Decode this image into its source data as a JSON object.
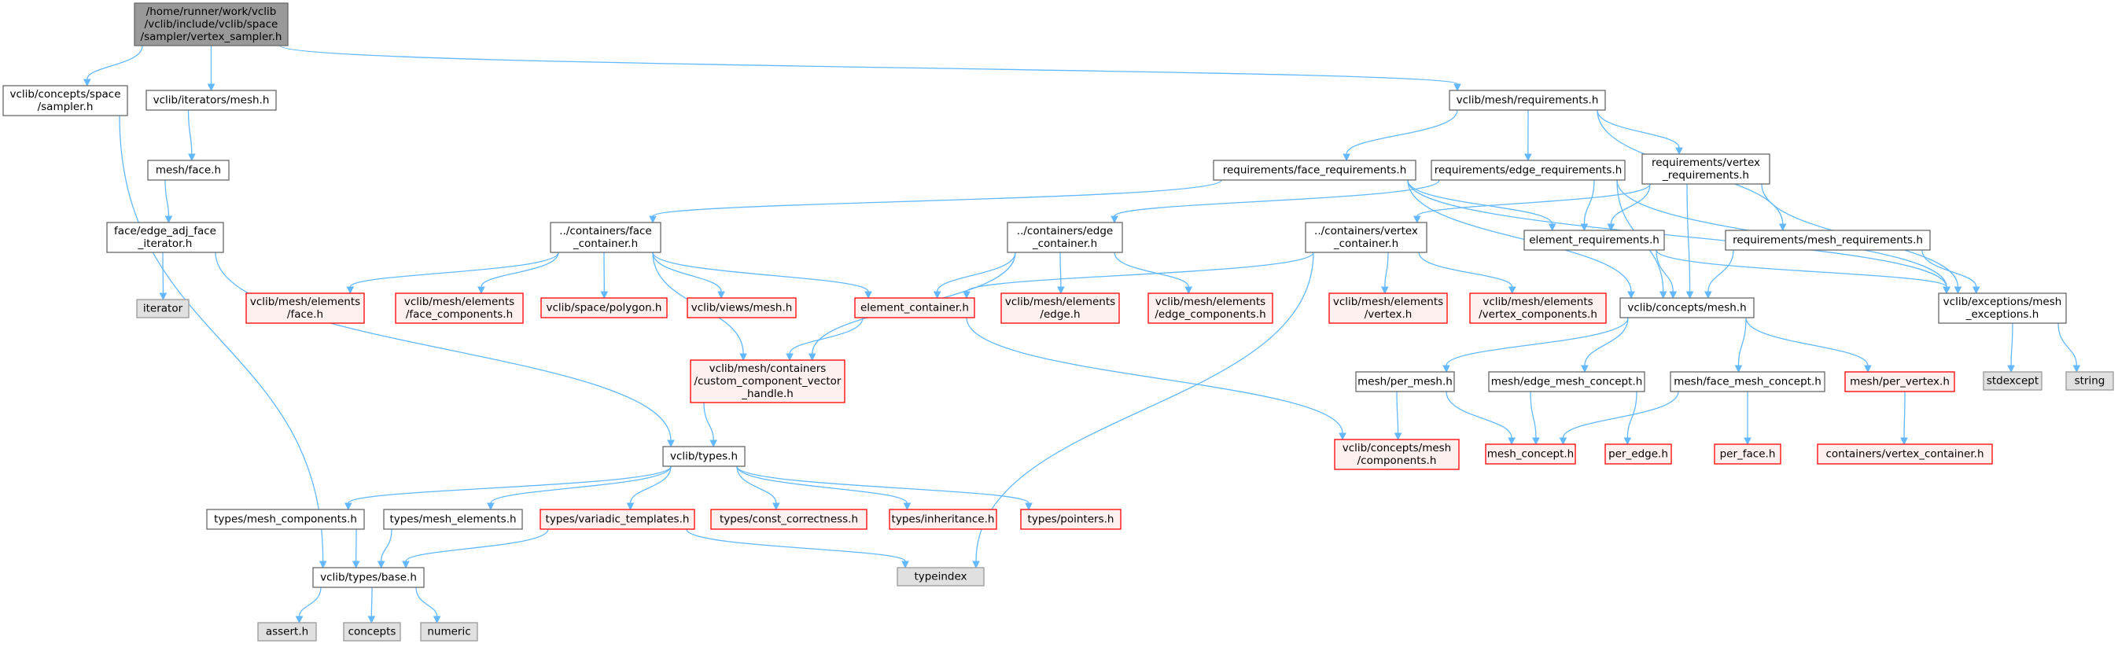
{
  "colors": {
    "edge": "#63b8ff",
    "root_fill": "#999999",
    "system_fill": "#e0e0e0",
    "system_border": "#999999",
    "truncated_fill": "#fff0f0",
    "truncated_border": "#ff0000",
    "plain_border": "#666666"
  },
  "nodes": {
    "root": {
      "lines": [
        "/home/runner/work/vclib",
        "/vclib/include/vclib/space",
        "/sampler/vertex_sampler.h"
      ],
      "kind": "root"
    },
    "concepts_space_sampler": {
      "lines": [
        "vclib/concepts/space",
        "/sampler.h"
      ],
      "kind": "plain"
    },
    "iterators_mesh": {
      "lines": [
        "vclib/iterators/mesh.h"
      ],
      "kind": "plain"
    },
    "mesh_requirements": {
      "lines": [
        "vclib/mesh/requirements.h"
      ],
      "kind": "plain"
    },
    "mesh_face": {
      "lines": [
        "mesh/face.h"
      ],
      "kind": "plain"
    },
    "face_edge_adj": {
      "lines": [
        "face/edge_adj_face",
        "_iterator.h"
      ],
      "kind": "plain"
    },
    "iterator": {
      "lines": [
        "iterator"
      ],
      "kind": "sys"
    },
    "face_requirements": {
      "lines": [
        "requirements/face_requirements.h"
      ],
      "kind": "plain"
    },
    "edge_requirements": {
      "lines": [
        "requirements/edge_requirements.h"
      ],
      "kind": "plain"
    },
    "vertex_requirements": {
      "lines": [
        "requirements/vertex",
        "_requirements.h"
      ],
      "kind": "plain"
    },
    "mesh_requirements_h": {
      "lines": [
        "requirements/mesh_requirements.h"
      ],
      "kind": "plain"
    },
    "containers_face": {
      "lines": [
        "../containers/face",
        "_container.h"
      ],
      "kind": "plain"
    },
    "containers_edge": {
      "lines": [
        "../containers/edge",
        "_container.h"
      ],
      "kind": "plain"
    },
    "containers_vertex": {
      "lines": [
        "../containers/vertex",
        "_container.h"
      ],
      "kind": "plain"
    },
    "element_requirements": {
      "lines": [
        "element_requirements.h"
      ],
      "kind": "plain"
    },
    "elements_face": {
      "lines": [
        "vclib/mesh/elements",
        "/face.h"
      ],
      "kind": "trunc"
    },
    "elements_face_components": {
      "lines": [
        "vclib/mesh/elements",
        "/face_components.h"
      ],
      "kind": "trunc"
    },
    "space_polygon": {
      "lines": [
        "vclib/space/polygon.h"
      ],
      "kind": "trunc"
    },
    "views_mesh": {
      "lines": [
        "vclib/views/mesh.h"
      ],
      "kind": "trunc"
    },
    "element_container": {
      "lines": [
        "element_container.h"
      ],
      "kind": "trunc"
    },
    "elements_edge": {
      "lines": [
        "vclib/mesh/elements",
        "/edge.h"
      ],
      "kind": "trunc"
    },
    "elements_edge_components": {
      "lines": [
        "vclib/mesh/elements",
        "/edge_components.h"
      ],
      "kind": "trunc"
    },
    "elements_vertex": {
      "lines": [
        "vclib/mesh/elements",
        "/vertex.h"
      ],
      "kind": "trunc"
    },
    "elements_vertex_components": {
      "lines": [
        "vclib/mesh/elements",
        "/vertex_components.h"
      ],
      "kind": "trunc"
    },
    "concepts_mesh": {
      "lines": [
        "vclib/concepts/mesh.h"
      ],
      "kind": "plain"
    },
    "exceptions_mesh": {
      "lines": [
        "vclib/exceptions/mesh",
        "_exceptions.h"
      ],
      "kind": "plain"
    },
    "custom_component": {
      "lines": [
        "vclib/mesh/containers",
        "/custom_component_vector",
        "_handle.h"
      ],
      "kind": "trunc"
    },
    "stdexcept": {
      "lines": [
        "stdexcept"
      ],
      "kind": "sys"
    },
    "string": {
      "lines": [
        "string"
      ],
      "kind": "sys"
    },
    "per_mesh": {
      "lines": [
        "mesh/per_mesh.h"
      ],
      "kind": "plain"
    },
    "edge_mesh_concept": {
      "lines": [
        "mesh/edge_mesh_concept.h"
      ],
      "kind": "plain"
    },
    "face_mesh_concept": {
      "lines": [
        "mesh/face_mesh_concept.h"
      ],
      "kind": "plain"
    },
    "per_vertex": {
      "lines": [
        "mesh/per_vertex.h"
      ],
      "kind": "trunc"
    },
    "types_h": {
      "lines": [
        "vclib/types.h"
      ],
      "kind": "plain"
    },
    "concepts_mesh_components": {
      "lines": [
        "vclib/concepts/mesh",
        "/components.h"
      ],
      "kind": "trunc"
    },
    "mesh_concept": {
      "lines": [
        "mesh_concept.h"
      ],
      "kind": "trunc"
    },
    "per_edge": {
      "lines": [
        "per_edge.h"
      ],
      "kind": "trunc"
    },
    "per_face": {
      "lines": [
        "per_face.h"
      ],
      "kind": "trunc"
    },
    "vertex_container": {
      "lines": [
        "containers/vertex_container.h"
      ],
      "kind": "trunc"
    },
    "types_mesh_components": {
      "lines": [
        "types/mesh_components.h"
      ],
      "kind": "plain"
    },
    "types_mesh_elements": {
      "lines": [
        "types/mesh_elements.h"
      ],
      "kind": "plain"
    },
    "types_variadic": {
      "lines": [
        "types/variadic_templates.h"
      ],
      "kind": "trunc"
    },
    "types_const": {
      "lines": [
        "types/const_correctness.h"
      ],
      "kind": "trunc"
    },
    "types_inheritance": {
      "lines": [
        "types/inheritance.h"
      ],
      "kind": "trunc"
    },
    "types_pointers": {
      "lines": [
        "types/pointers.h"
      ],
      "kind": "trunc"
    },
    "typeindex": {
      "lines": [
        "typeindex"
      ],
      "kind": "sys"
    },
    "types_base": {
      "lines": [
        "vclib/types/base.h"
      ],
      "kind": "plain"
    },
    "assert_h": {
      "lines": [
        "assert.h"
      ],
      "kind": "sys"
    },
    "concepts": {
      "lines": [
        "concepts"
      ],
      "kind": "sys"
    },
    "numeric": {
      "lines": [
        "numeric"
      ],
      "kind": "sys"
    }
  },
  "edges": [
    [
      "root",
      "concepts_space_sampler"
    ],
    [
      "root",
      "iterators_mesh"
    ],
    [
      "root",
      "mesh_requirements"
    ],
    [
      "concepts_space_sampler",
      "types_base"
    ],
    [
      "iterators_mesh",
      "mesh_face"
    ],
    [
      "mesh_face",
      "face_edge_adj"
    ],
    [
      "face_edge_adj",
      "iterator"
    ],
    [
      "face_edge_adj",
      "types_h"
    ],
    [
      "mesh_requirements",
      "face_requirements"
    ],
    [
      "mesh_requirements",
      "edge_requirements"
    ],
    [
      "mesh_requirements",
      "vertex_requirements"
    ],
    [
      "mesh_requirements",
      "mesh_requirements_h"
    ],
    [
      "face_requirements",
      "containers_face"
    ],
    [
      "face_requirements",
      "element_requirements"
    ],
    [
      "face_requirements",
      "concepts_mesh"
    ],
    [
      "face_requirements",
      "exceptions_mesh"
    ],
    [
      "edge_requirements",
      "containers_edge"
    ],
    [
      "edge_requirements",
      "element_requirements"
    ],
    [
      "edge_requirements",
      "concepts_mesh"
    ],
    [
      "edge_requirements",
      "exceptions_mesh"
    ],
    [
      "vertex_requirements",
      "containers_vertex"
    ],
    [
      "vertex_requirements",
      "element_requirements"
    ],
    [
      "vertex_requirements",
      "concepts_mesh"
    ],
    [
      "vertex_requirements",
      "exceptions_mesh"
    ],
    [
      "mesh_requirements_h",
      "concepts_mesh"
    ],
    [
      "mesh_requirements_h",
      "exceptions_mesh"
    ],
    [
      "containers_face",
      "elements_face"
    ],
    [
      "containers_face",
      "elements_face_components"
    ],
    [
      "containers_face",
      "space_polygon"
    ],
    [
      "containers_face",
      "views_mesh"
    ],
    [
      "containers_face",
      "element_container"
    ],
    [
      "containers_face",
      "custom_component"
    ],
    [
      "containers_edge",
      "element_container"
    ],
    [
      "containers_edge",
      "elements_edge"
    ],
    [
      "containers_edge",
      "elements_edge_components"
    ],
    [
      "containers_edge",
      "custom_component"
    ],
    [
      "containers_vertex",
      "element_container"
    ],
    [
      "containers_vertex",
      "elements_vertex"
    ],
    [
      "containers_vertex",
      "elements_vertex_components"
    ],
    [
      "containers_vertex",
      "typeindex"
    ],
    [
      "element_requirements",
      "concepts_mesh"
    ],
    [
      "element_requirements",
      "exceptions_mesh"
    ],
    [
      "element_container",
      "custom_component"
    ],
    [
      "element_container",
      "concepts_mesh_components"
    ],
    [
      "custom_component",
      "types_h"
    ],
    [
      "concepts_mesh",
      "per_mesh"
    ],
    [
      "concepts_mesh",
      "edge_mesh_concept"
    ],
    [
      "concepts_mesh",
      "face_mesh_concept"
    ],
    [
      "concepts_mesh",
      "per_vertex"
    ],
    [
      "exceptions_mesh",
      "stdexcept"
    ],
    [
      "exceptions_mesh",
      "string"
    ],
    [
      "per_mesh",
      "concepts_mesh_components"
    ],
    [
      "per_mesh",
      "mesh_concept"
    ],
    [
      "edge_mesh_concept",
      "mesh_concept"
    ],
    [
      "edge_mesh_concept",
      "per_edge"
    ],
    [
      "face_mesh_concept",
      "mesh_concept"
    ],
    [
      "face_mesh_concept",
      "per_face"
    ],
    [
      "per_vertex",
      "vertex_container"
    ],
    [
      "types_h",
      "types_mesh_components"
    ],
    [
      "types_h",
      "types_mesh_elements"
    ],
    [
      "types_h",
      "types_variadic"
    ],
    [
      "types_h",
      "types_const"
    ],
    [
      "types_h",
      "types_inheritance"
    ],
    [
      "types_h",
      "types_pointers"
    ],
    [
      "types_mesh_components",
      "types_base"
    ],
    [
      "types_mesh_elements",
      "types_base"
    ],
    [
      "types_variadic",
      "types_base"
    ],
    [
      "types_variadic",
      "typeindex"
    ],
    [
      "types_base",
      "assert_h"
    ],
    [
      "types_base",
      "concepts"
    ],
    [
      "types_base",
      "numeric"
    ]
  ]
}
